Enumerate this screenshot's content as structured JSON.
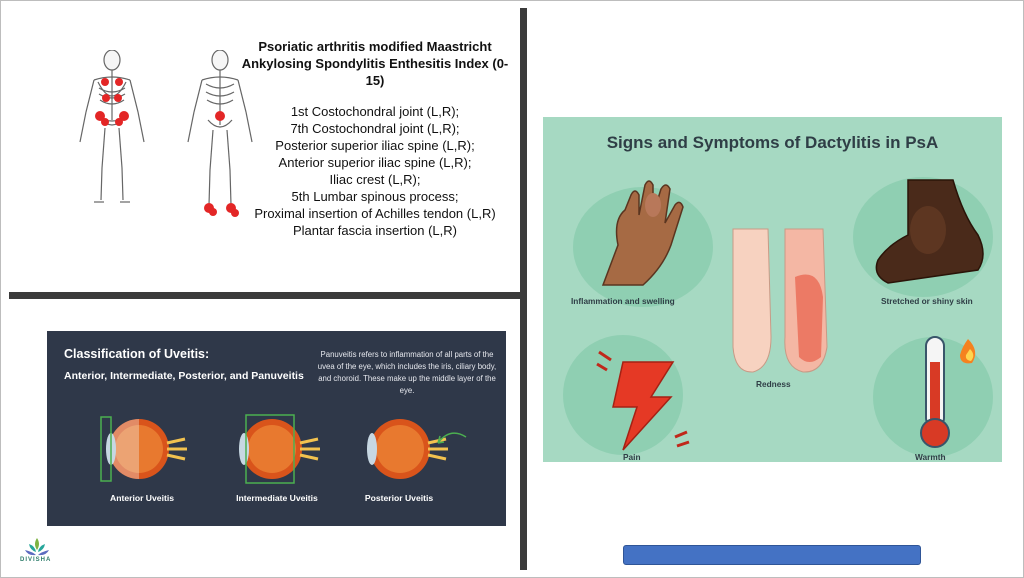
{
  "mase": {
    "title": "Psoriatic arthritis modified Maastricht Ankylosing Spondylitis Enthesitis Index (0-15)",
    "items": [
      "1st Costochondral joint (L,R);",
      "7th Costochondral joint (L,R);",
      "Posterior superior iliac spine (L,R);",
      "Anterior superior iliac spine (L,R);",
      "Iliac crest (L,R);",
      "5th Lumbar spinous process;",
      "Proximal insertion of Achilles tendon (L,R)",
      "Plantar fascia insertion (L,R)"
    ],
    "marker_color": "#e32626"
  },
  "uveitis": {
    "title": "Classification of Uveitis:",
    "subtitle": "Anterior, Intermediate, Posterior, and Panuveitis",
    "description": "Panuveitis refers to inflammation of all parts of the uvea of the eye, which includes the iris, ciliary body, and choroid. These make up the middle layer of the eye.",
    "labels": [
      "Anterior Uveitis",
      "Intermediate Uveitis",
      "Posterior Uveitis"
    ],
    "background": "#2f3849",
    "highlight": "#4caf50"
  },
  "dactylitis": {
    "title": "Signs and Symptoms of Dactylitis in PsA",
    "labels": {
      "swelling": "Inflammation and swelling",
      "redness": "Redness",
      "shiny": "Stretched or shiny skin",
      "pain": "Pain",
      "warmth": "Warmth"
    },
    "background": "#a6d9c2"
  },
  "logo": {
    "text": "DIVISHA"
  },
  "accent_bar_color": "#4472c4"
}
